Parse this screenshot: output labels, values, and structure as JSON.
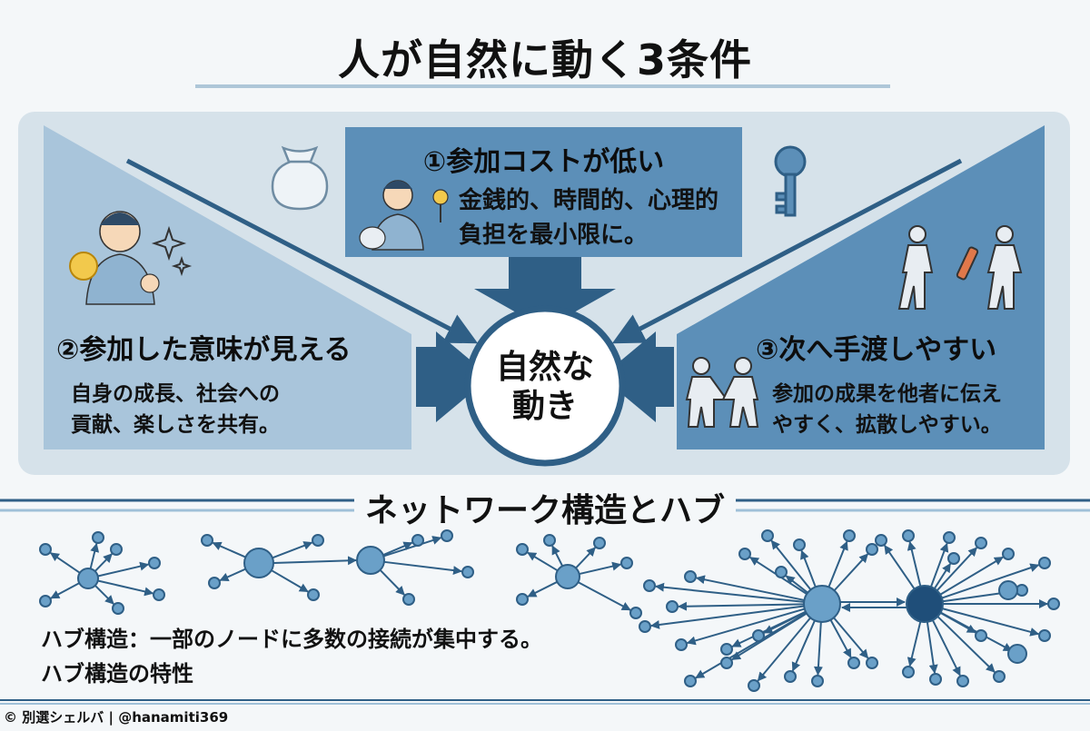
{
  "title": "人が自然に動く3条件",
  "center_label": [
    "自然な",
    "動き"
  ],
  "conditions": [
    {
      "title": "①参加コストが低い",
      "desc": [
        "金銭的、時間的、心理的",
        "負担を最小限に。"
      ]
    },
    {
      "title": "②参加した意味が見える",
      "desc": [
        "自身の成長、社会への",
        "貢献、楽しさを共有。"
      ]
    },
    {
      "title": "③次へ手渡しやすい",
      "desc": [
        "参加の成果を他者に伝え",
        "やすく、拡散しやすい。"
      ]
    }
  ],
  "section2_title": "ネットワーク構造とハブ",
  "hub_lines": [
    "ハブ構造：一部のノードに多数の接続が集中する。",
    "ハブ構造の特性"
  ],
  "footer": {
    "brand": "別選シェルバ",
    "handle": "@hanamiti369"
  },
  "colors": {
    "accent": "#2f5f86",
    "box_light": "#a9c5db",
    "box_mid": "#5c8fb8",
    "panel": "#d6e2ea",
    "node": "#6aa0c8",
    "hub_dark": "#1f4e79"
  },
  "icons": [
    "money-bag-icon",
    "key-icon",
    "person-lightbulb-icon",
    "person-coin-icon",
    "sparkle-icon",
    "baton-pass-icon",
    "handshake-icon"
  ]
}
